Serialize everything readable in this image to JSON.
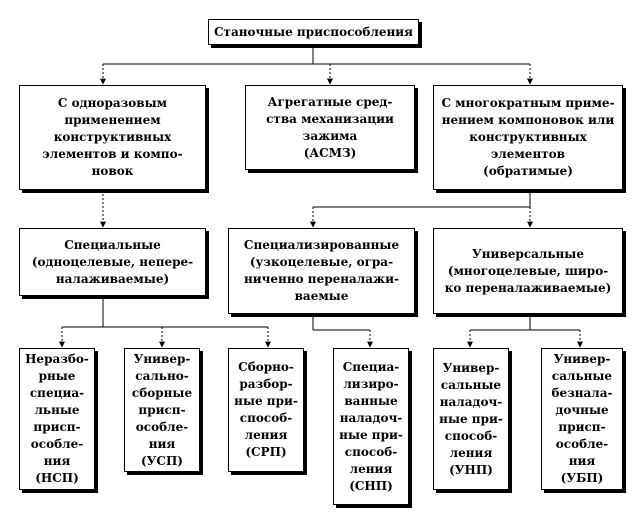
{
  "root": {
    "lines": [
      "Станочные приспособления"
    ]
  },
  "level1": [
    {
      "id": "single",
      "lines": [
        "С одноразовым",
        "применением",
        "конструктивных",
        "элементов и компо-",
        "новок"
      ]
    },
    {
      "id": "asmz",
      "lines": [
        "Агрегатные сред-",
        "ства механизации",
        "зажима",
        "(АСМЗ)"
      ]
    },
    {
      "id": "multi",
      "lines": [
        "С многократным приме-",
        "нением компоновок или",
        "конструктивных",
        "элементов",
        "(обратимые)"
      ]
    }
  ],
  "level2": [
    {
      "id": "special",
      "lines": [
        "Специальные",
        "(одноцелевые, непере-",
        "налаживаемые)"
      ]
    },
    {
      "id": "specialized",
      "lines": [
        "Специализированные",
        "(узкоцелевые, огра-",
        "ниченно переналажи-",
        "ваемые"
      ]
    },
    {
      "id": "universal",
      "lines": [
        "Универсальные",
        "(многоцелевые, широ-",
        "ко переналаживаемые)"
      ]
    }
  ],
  "level3": [
    {
      "id": "nsp",
      "lines": [
        "Неразбо-",
        "рные",
        "специа-",
        "льные",
        "присп-",
        "особле-",
        "ния",
        "(НСП)"
      ]
    },
    {
      "id": "usp",
      "lines": [
        "Универ-",
        "сально-",
        "сборные",
        "присп-",
        "особле-",
        "ния",
        "(УСП)"
      ]
    },
    {
      "id": "srp",
      "lines": [
        "Сборно-",
        "разбор-",
        "ные при-",
        "способ-",
        "ления",
        "(СРП)"
      ]
    },
    {
      "id": "snp",
      "lines": [
        "Специа-",
        "лизиро-",
        "ванные",
        "наладоч-",
        "ные при-",
        "способ-",
        "ления",
        "(СНП)"
      ]
    },
    {
      "id": "unp",
      "lines": [
        "Универ-",
        "сальные",
        "наладоч-",
        "ные при-",
        "способ-",
        "ления",
        "(УНП)"
      ]
    },
    {
      "id": "ubp",
      "lines": [
        "Универ-",
        "сальные",
        "безнала-",
        "дочные",
        "присп-",
        "особле-",
        "ния",
        "(УБП)"
      ]
    }
  ]
}
